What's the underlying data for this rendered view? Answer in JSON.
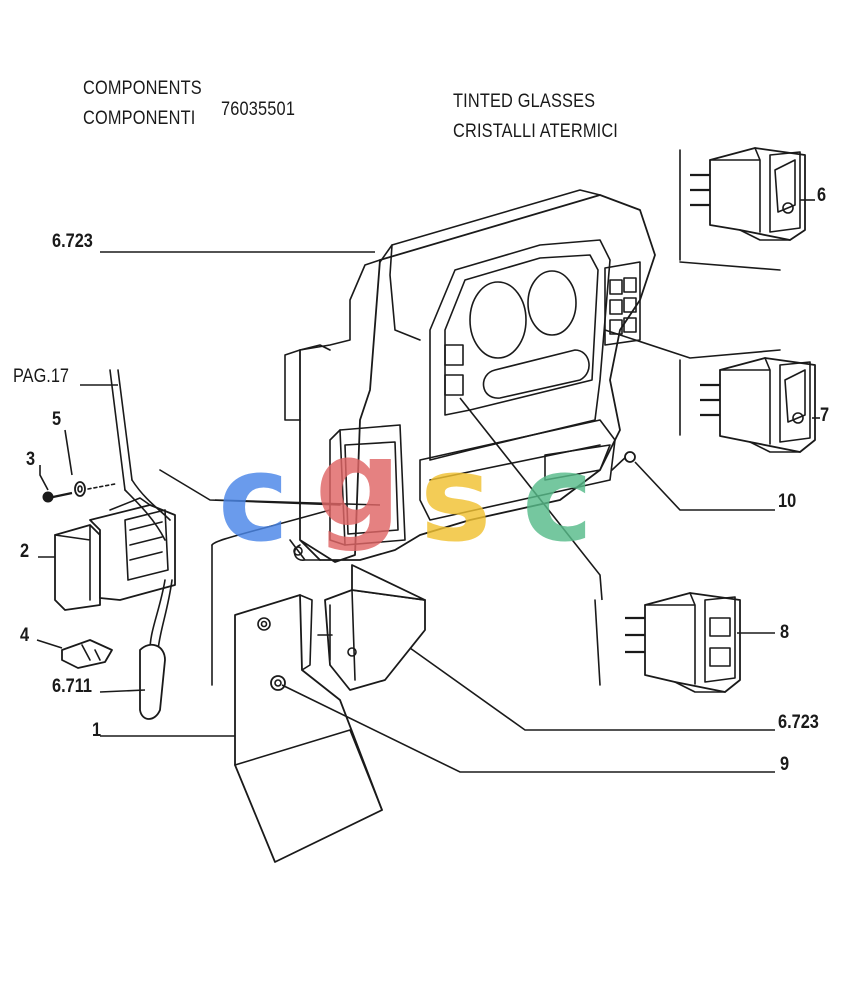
{
  "header": {
    "components_en": "COMPONENTS",
    "components_it": "COMPONENTI",
    "part_number": "76035501",
    "subtitle_en": "TINTED GLASSES",
    "subtitle_it": "CRISTALLI ATERMICI"
  },
  "callouts": {
    "c6723_top": "6.723",
    "pag17": "PAG.17",
    "c5": "5",
    "c3": "3",
    "c2": "2",
    "c4": "4",
    "c6711": "6.711",
    "c1": "1",
    "c6": "6",
    "c7": "7",
    "c10": "10",
    "c8": "8",
    "c6723_bottom": "6.723",
    "c9": "9"
  },
  "watermark": {
    "letters": [
      "c",
      "g",
      "s",
      "c"
    ],
    "colors": [
      "#4a86e8",
      "#e06666",
      "#f1c232",
      "#57bb8a"
    ]
  }
}
